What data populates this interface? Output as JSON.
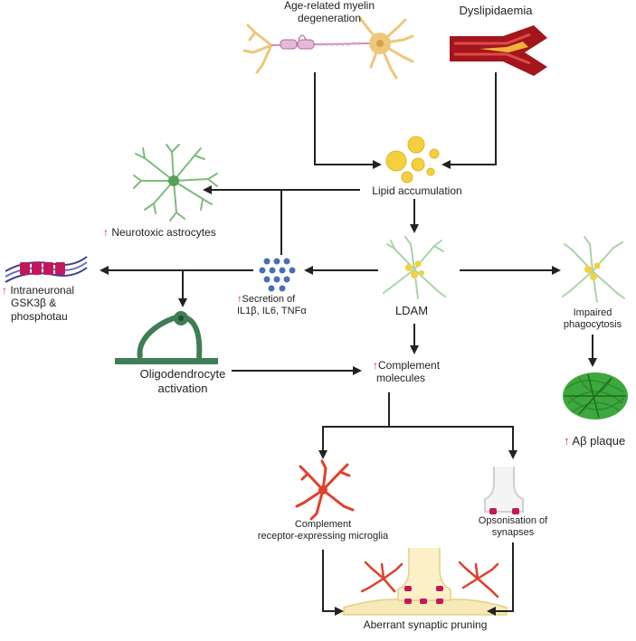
{
  "nodes": {
    "myelin_line1": "Age-related myelin",
    "myelin_line2": "degeneration",
    "dyslipidaemia": "Dyslipidaemia",
    "lipid": "Lipid accumulation",
    "astro": "Neurotoxic astrocytes",
    "ldam": "LDAM",
    "secretion_line1": "Secretion of",
    "secretion_line2": "IL1β, IL6, TNFα",
    "intra_line1": "Intraneuronal",
    "intra_line2": "GSK3β &",
    "intra_line3": "phosphotau",
    "impaired_line1": "Impaired",
    "impaired_line2": "phagocytosis",
    "oligo_line1": "Oligodendrocyte",
    "oligo_line2": "activation",
    "complement_line1": "Complement",
    "complement_line2": "molecules",
    "abeta": "Aβ plaque",
    "microglia_line1": "Complement",
    "microglia_line2": "receptor-expressing microglia",
    "opson_line1": "Opsonisation of",
    "opson_line2": "synapses",
    "pruning": "Aberrant synaptic pruning"
  },
  "increase_symbol": "↑",
  "colors": {
    "arrow": "#222222",
    "increase": "#c0392b",
    "astrocyte": "#7dbb7a",
    "oligodendrocyte": "#3f7d56",
    "lipid": "#f2cc3a",
    "cytokine": "#4a6fb3",
    "microglia": "#e0402a",
    "plaque": "#2e8b2e",
    "vessel": "#a3161c",
    "neuron": "#eec77a",
    "myelin": "#d9a2c8"
  }
}
